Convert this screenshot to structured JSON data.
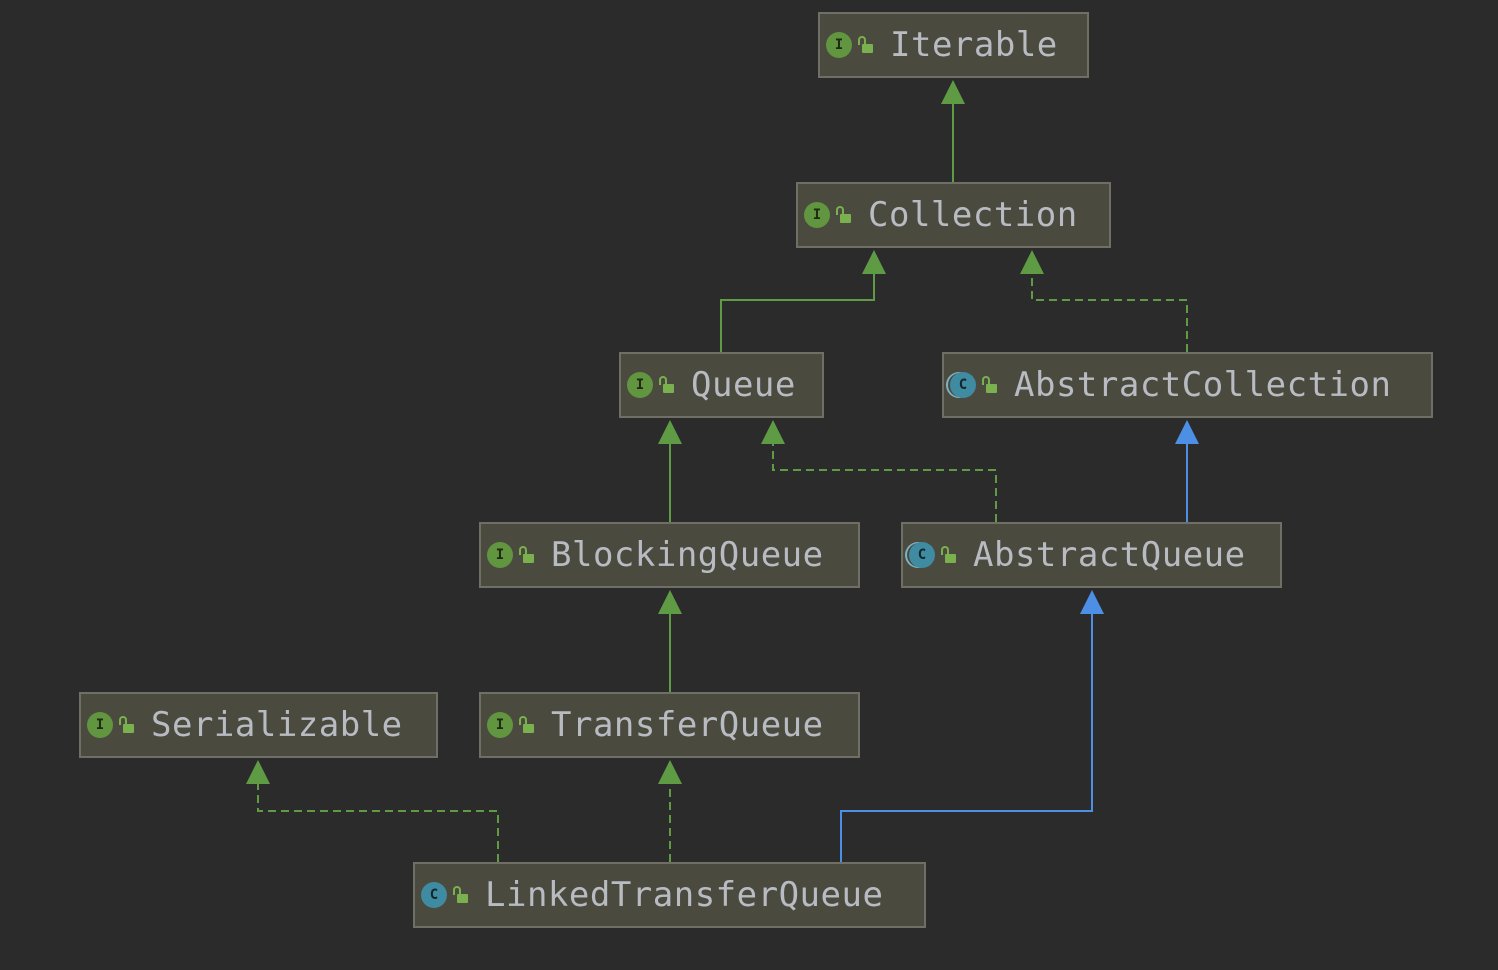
{
  "diagram": {
    "colors": {
      "background": "#2b2b2b",
      "node_fill": "#4a4a3f",
      "node_border": "#6f6f66",
      "interface_edge": "#5f9a44",
      "class_edge": "#4e8fe6",
      "label": "#b8bcc2"
    },
    "nodes": {
      "iterable": {
        "label": "Iterable",
        "kind": "interface",
        "icon_letter": "I"
      },
      "collection": {
        "label": "Collection",
        "kind": "interface",
        "icon_letter": "I"
      },
      "queue": {
        "label": "Queue",
        "kind": "interface",
        "icon_letter": "I"
      },
      "abstract_collection": {
        "label": "AbstractCollection",
        "kind": "abstract-class",
        "icon_letter": "C"
      },
      "blocking_queue": {
        "label": "BlockingQueue",
        "kind": "interface",
        "icon_letter": "I"
      },
      "abstract_queue": {
        "label": "AbstractQueue",
        "kind": "abstract-class",
        "icon_letter": "C"
      },
      "serializable": {
        "label": "Serializable",
        "kind": "interface",
        "icon_letter": "I"
      },
      "transfer_queue": {
        "label": "TransferQueue",
        "kind": "interface",
        "icon_letter": "I"
      },
      "linked_transfer_queue": {
        "label": "LinkedTransferQueue",
        "kind": "class",
        "icon_letter": "C"
      }
    },
    "edges": [
      {
        "from": "collection",
        "to": "iterable",
        "relation": "extends-interface",
        "style": "solid"
      },
      {
        "from": "queue",
        "to": "collection",
        "relation": "extends-interface",
        "style": "solid"
      },
      {
        "from": "abstract_collection",
        "to": "collection",
        "relation": "implements",
        "style": "dashed"
      },
      {
        "from": "blocking_queue",
        "to": "queue",
        "relation": "extends-interface",
        "style": "solid"
      },
      {
        "from": "abstract_queue",
        "to": "queue",
        "relation": "implements",
        "style": "dashed"
      },
      {
        "from": "abstract_queue",
        "to": "abstract_collection",
        "relation": "extends-class",
        "style": "solid"
      },
      {
        "from": "transfer_queue",
        "to": "blocking_queue",
        "relation": "extends-interface",
        "style": "solid"
      },
      {
        "from": "linked_transfer_queue",
        "to": "serializable",
        "relation": "implements",
        "style": "dashed"
      },
      {
        "from": "linked_transfer_queue",
        "to": "transfer_queue",
        "relation": "implements",
        "style": "dashed"
      },
      {
        "from": "linked_transfer_queue",
        "to": "abstract_queue",
        "relation": "extends-class",
        "style": "solid"
      }
    ]
  }
}
